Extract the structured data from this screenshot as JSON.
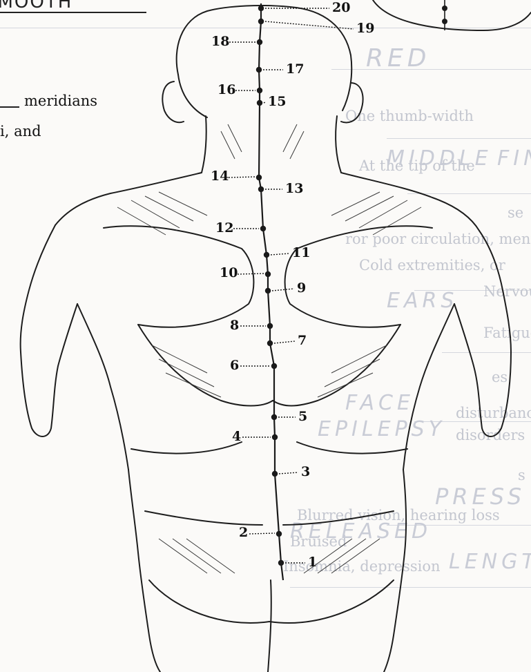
{
  "worksheet_text": {
    "title_fragment": "SMOOTH",
    "line1": "meridians",
    "line2": "i, and"
  },
  "background_bleedthrough": {
    "printed_lines": [
      "One thumb-width",
      "At the tip of the",
      "se",
      "ror poor circulation, mental or physical le",
      "Cold extremities, or",
      "Nervous",
      "Fatigue,",
      "es",
      "disturbance",
      "disorders",
      "s",
      "Blurred vision, hearing loss",
      "Bruised",
      "Insomnia, depression"
    ],
    "handwritten_words": [
      "RED",
      "MIDDLE",
      "FIN",
      "EARS",
      "FACE",
      "EPILEPSY",
      "PRESS",
      "RELEASED",
      "LENGTH"
    ]
  },
  "diagram": {
    "line_color": "#1a1a1a",
    "points": [
      {
        "n": "1"
      },
      {
        "n": "2"
      },
      {
        "n": "3"
      },
      {
        "n": "4"
      },
      {
        "n": "5"
      },
      {
        "n": "6"
      },
      {
        "n": "7"
      },
      {
        "n": "8"
      },
      {
        "n": "9"
      },
      {
        "n": "10"
      },
      {
        "n": "11"
      },
      {
        "n": "12"
      },
      {
        "n": "13"
      },
      {
        "n": "14"
      },
      {
        "n": "15"
      },
      {
        "n": "16"
      },
      {
        "n": "17"
      },
      {
        "n": "18"
      },
      {
        "n": "19"
      },
      {
        "n": "20"
      }
    ]
  }
}
